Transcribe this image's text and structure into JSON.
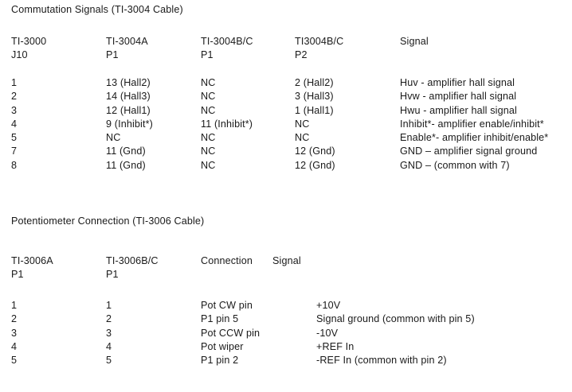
{
  "document": {
    "sections": [
      {
        "id": "commutation-signals",
        "title": "Commutation Signals (TI-3004 Cable)",
        "columns": [
          {
            "line1": "TI-3000",
            "line2": "J10"
          },
          {
            "line1": "TI-3004A",
            "line2": "P1"
          },
          {
            "line1": "TI-3004B/C",
            "line2": "P1"
          },
          {
            "line1": "TI3004B/C",
            "line2": "P2"
          },
          {
            "line1": "Signal",
            "line2": ""
          }
        ],
        "column_text": {
          "col1": "1\n2\n3\n4\n5\n7\n8",
          "col2": "13 (Hall2)\n14 (Hall3)\n12 (Hall1)\n9 (Inhibit*)\nNC\n11 (Gnd)\n11 (Gnd)",
          "col3": "NC\nNC\nNC\n11 (Inhibit*)\nNC\nNC\nNC",
          "col4": "2 (Hall2)\n3 (Hall3)\n1 (Hall1)\nNC\nNC\n12 (Gnd)\n12 (Gnd)",
          "col5": "Huv - amplifier hall signal\nHvw - amplifier hall signal\nHwu - amplifier hall signal\nInhibit*- amplifier enable/inhibit*\nEnable*- amplifier inhibit/enable*\nGND – amplifier signal ground\nGND – (common with 7)"
        },
        "rows": [
          {
            "c1": "1",
            "c2": "13 (Hall2)",
            "c3": "NC",
            "c4": "2 (Hall2)",
            "c5": "Huv - amplifier hall signal"
          },
          {
            "c1": "2",
            "c2": "14 (Hall3)",
            "c3": "NC",
            "c4": "3 (Hall3)",
            "c5": "Hvw - amplifier hall signal"
          },
          {
            "c1": "3",
            "c2": "12 (Hall1)",
            "c3": "NC",
            "c4": "1 (Hall1)",
            "c5": "Hwu - amplifier hall signal"
          },
          {
            "c1": "4",
            "c2": "9 (Inhibit*)",
            "c3": "11 (Inhibit*)",
            "c4": "NC",
            "c5": "Inhibit*- amplifier enable/inhibit*"
          },
          {
            "c1": "5",
            "c2": "NC",
            "c3": "NC",
            "c4": "NC",
            "c5": "Enable*- amplifier inhibit/enable*"
          },
          {
            "c1": "7",
            "c2": "11 (Gnd)",
            "c3": "NC",
            "c4": "12 (Gnd)",
            "c5": "GND – amplifier signal ground"
          },
          {
            "c1": "8",
            "c2": "11 (Gnd)",
            "c3": "NC",
            "c4": "12 (Gnd)",
            "c5": "GND – (common with 7)"
          }
        ]
      },
      {
        "id": "potentiometer-connection",
        "title": "Potentiometer Connection (TI-3006 Cable)",
        "columns": [
          {
            "line1": "TI-3006A",
            "line2": "P1"
          },
          {
            "line1": "TI-3006B/C",
            "line2": "P1"
          },
          {
            "line1": "Connection",
            "line2": ""
          },
          {
            "line1": "Signal",
            "line2": ""
          }
        ],
        "column_text": {
          "col1": "1\n2\n3\n4\n5",
          "col2": "1\n2\n3\n4\n5",
          "col3": "Pot CW pin\nP1 pin 5\nPot CCW pin\nPot wiper\nP1 pin 2",
          "col4": "+10V\nSignal ground (common with pin 5)\n-10V\n+REF In\n-REF In (common with pin 2)"
        },
        "rows": [
          {
            "c1": "1",
            "c2": "1",
            "c3": "Pot CW pin",
            "c4": "+10V"
          },
          {
            "c1": "2",
            "c2": "2",
            "c3": "P1 pin 5",
            "c4": "Signal ground (common with pin 5)"
          },
          {
            "c1": "3",
            "c2": "3",
            "c3": "Pot CCW pin",
            "c4": "-10V"
          },
          {
            "c1": "4",
            "c2": "4",
            "c3": "Pot wiper",
            "c4": "+REF In"
          },
          {
            "c1": "5",
            "c2": "5",
            "c3": "P1 pin 2",
            "c4": "-REF In (common with pin 2)"
          }
        ]
      }
    ]
  }
}
